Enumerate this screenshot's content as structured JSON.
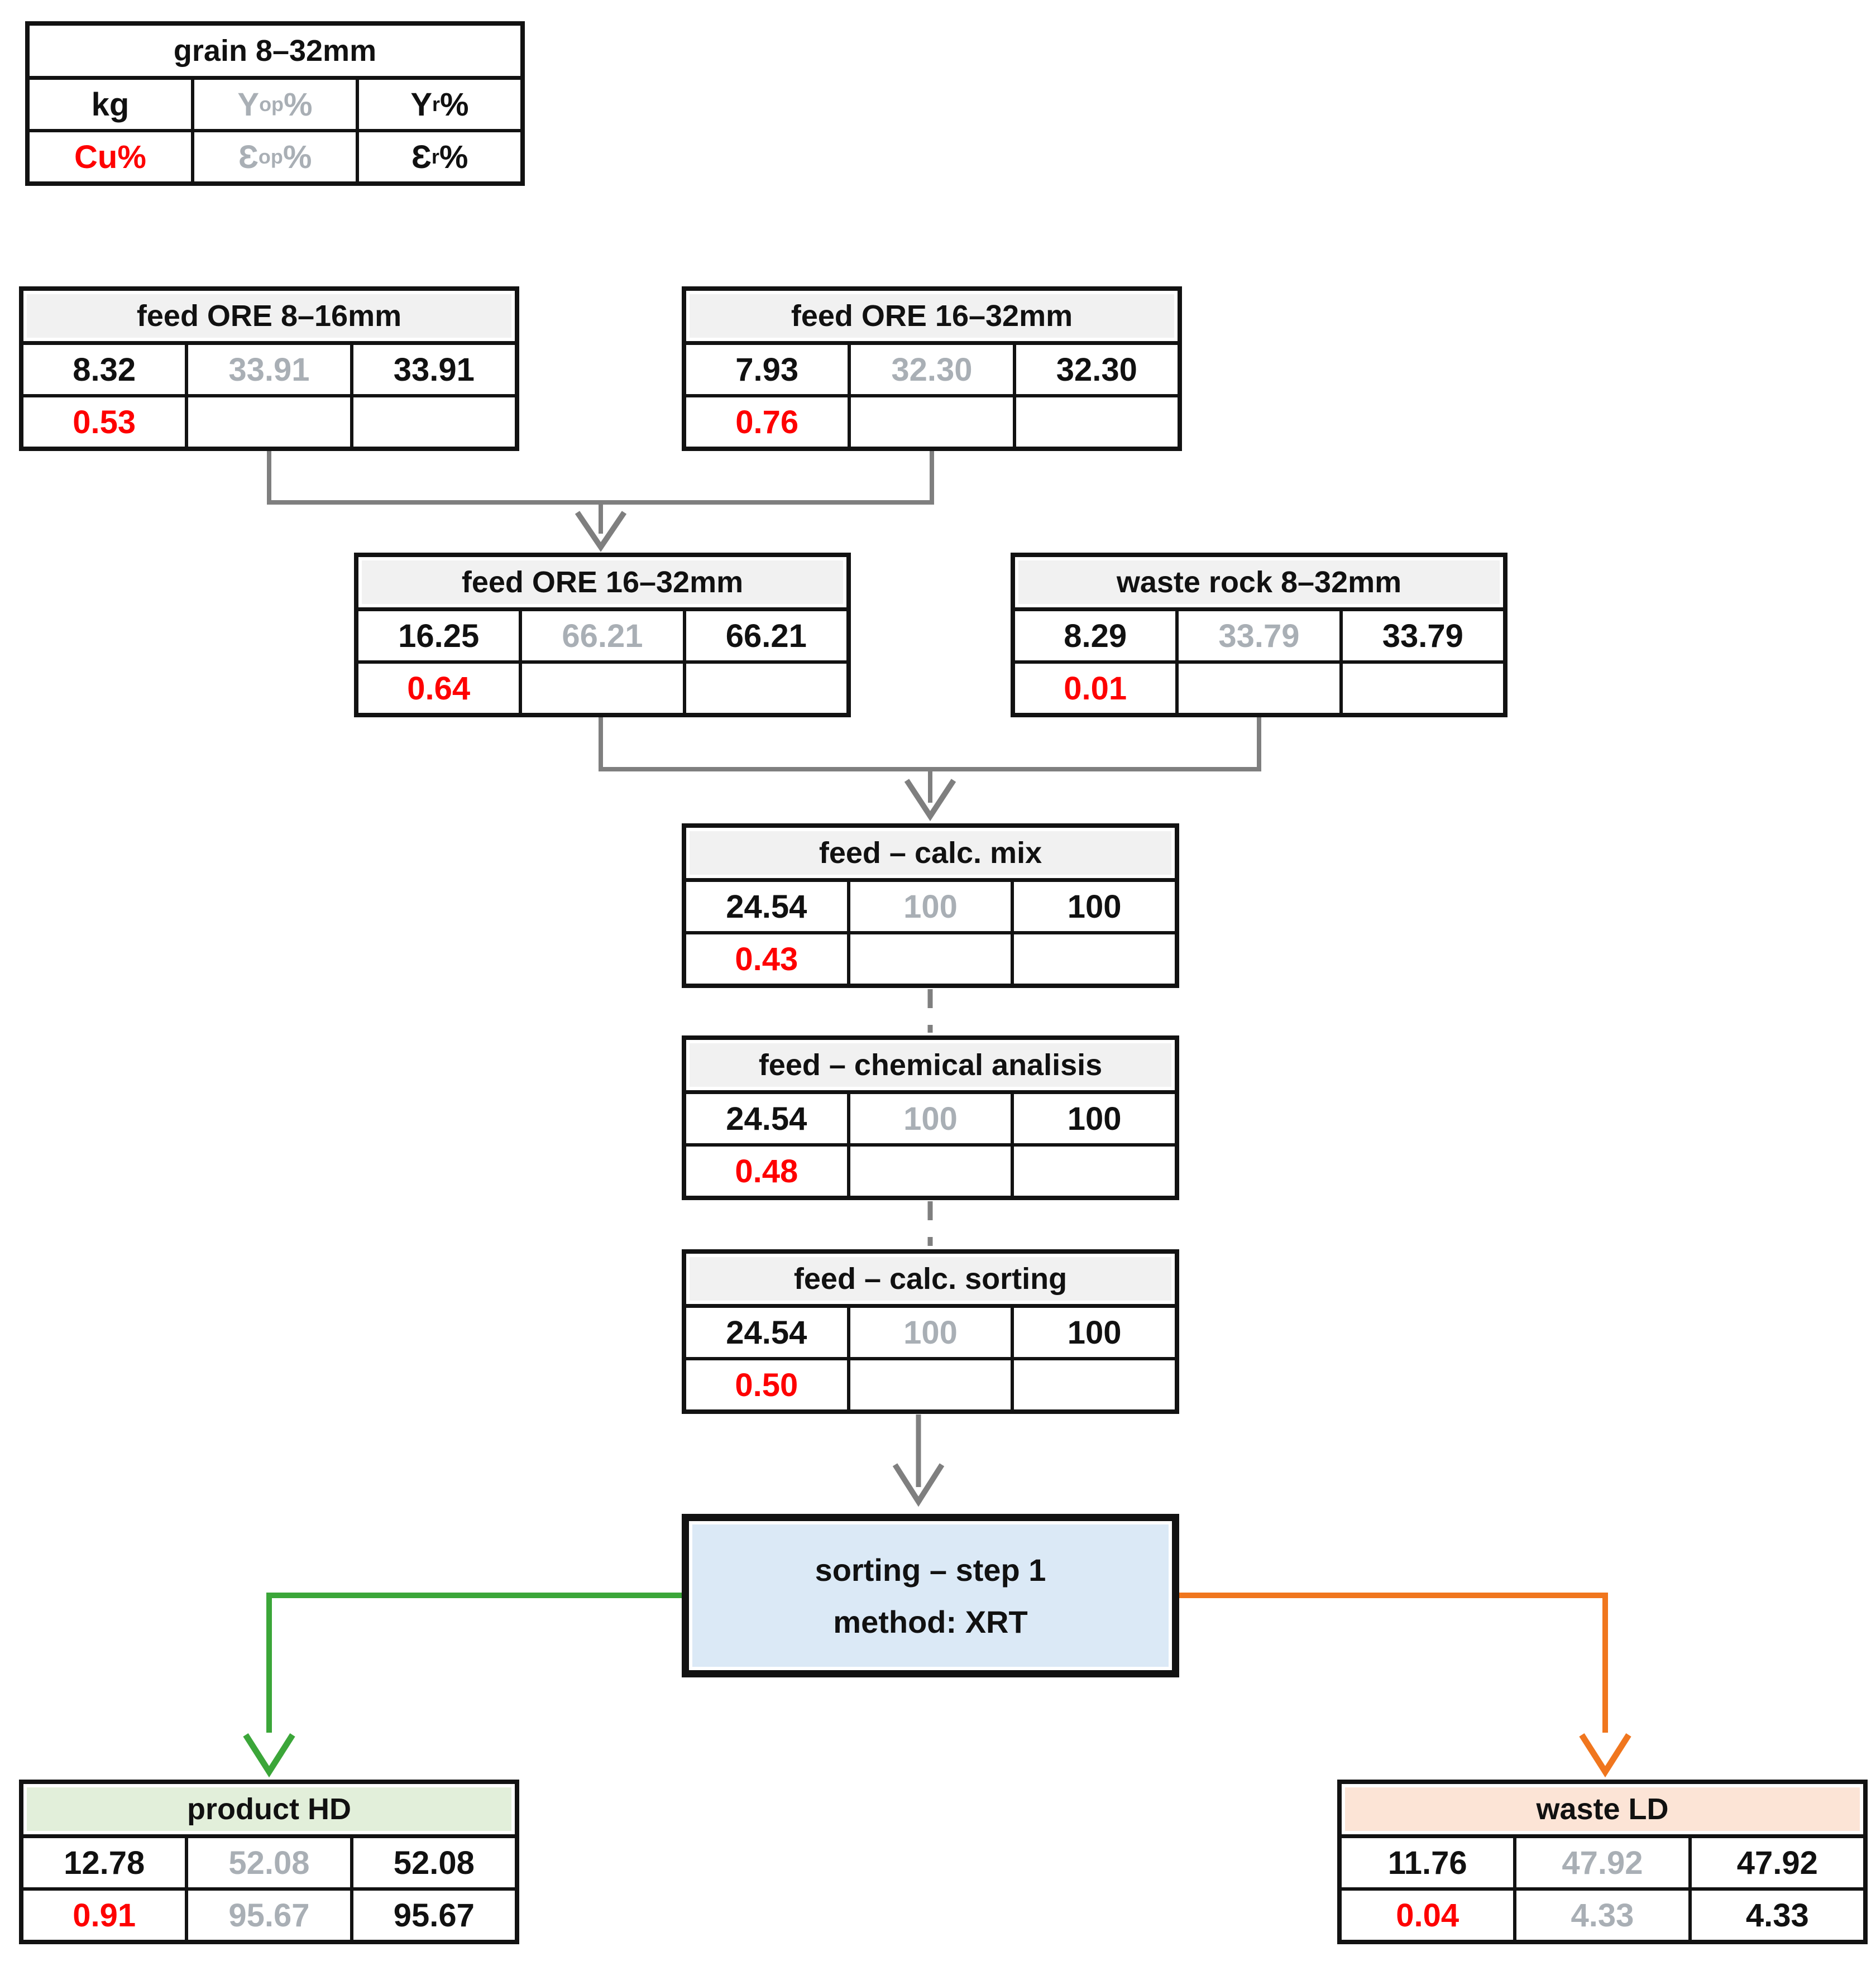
{
  "legend": {
    "title": "grain 8–32mm",
    "row1": [
      {
        "base": "kg",
        "sub": "",
        "suffix": ""
      },
      {
        "base": "Y",
        "sub": "op",
        "suffix": "%"
      },
      {
        "base": "Y",
        "sub": "r",
        "suffix": "%"
      }
    ],
    "row2": [
      {
        "base": "Cu%",
        "sub": "",
        "suffix": ""
      },
      {
        "base": "Ɛ",
        "sub": "op",
        "suffix": "%"
      },
      {
        "base": "Ɛ",
        "sub": "r",
        "suffix": "%"
      }
    ]
  },
  "tables": [
    {
      "title": "feed ORE 8–16mm",
      "r1": [
        "8.32",
        "33.91",
        "33.91"
      ],
      "r2": [
        "0.53",
        "",
        ""
      ]
    },
    {
      "title": "feed ORE 16–32mm",
      "r1": [
        "7.93",
        "32.30",
        "32.30"
      ],
      "r2": [
        "0.76",
        "",
        ""
      ]
    },
    {
      "title": "feed ORE 16–32mm",
      "r1": [
        "16.25",
        "66.21",
        "66.21"
      ],
      "r2": [
        "0.64",
        "",
        ""
      ]
    },
    {
      "title": "waste rock 8–32mm",
      "r1": [
        "8.29",
        "33.79",
        "33.79"
      ],
      "r2": [
        "0.01",
        "",
        ""
      ]
    },
    {
      "title": "feed – calc. mix",
      "r1": [
        "24.54",
        "100",
        "100"
      ],
      "r2": [
        "0.43",
        "",
        ""
      ]
    },
    {
      "title": "feed – chemical analisis",
      "r1": [
        "24.54",
        "100",
        "100"
      ],
      "r2": [
        "0.48",
        "",
        ""
      ]
    },
    {
      "title": "feed – calc. sorting",
      "r1": [
        "24.54",
        "100",
        "100"
      ],
      "r2": [
        "0.50",
        "",
        ""
      ]
    },
    {
      "title": "product HD",
      "r1": [
        "12.78",
        "52.08",
        "52.08"
      ],
      "r2": [
        "0.91",
        "95.67",
        "95.67"
      ]
    },
    {
      "title": "waste LD",
      "r1": [
        "11.76",
        "47.92",
        "47.92"
      ],
      "r2": [
        "0.04",
        "4.33",
        "4.33"
      ]
    }
  ],
  "sorting_box": {
    "line1": "sorting – step 1",
    "line2": "method: XRT"
  },
  "colors": {
    "red_text": "#fe0000",
    "gray_text": "#a9afb5",
    "header_gray": "#f1f1f1",
    "product_header_green": "#e2efda",
    "waste_header_peach": "#fce4d6",
    "sorting_box_blue": "#dbe9f6",
    "connector_gray": "#7f7f7f",
    "product_arrow_green": "#3ba639",
    "waste_arrow_orange": "#f0761e",
    "border_black": "#121212"
  }
}
